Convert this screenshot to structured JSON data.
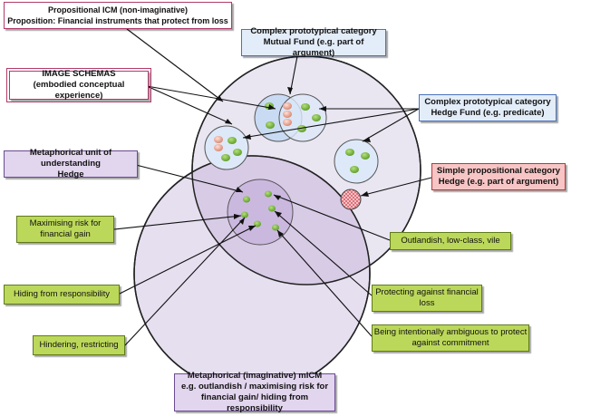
{
  "boxes": {
    "propositional_icm": {
      "line1": "Propositional ICM (non-imaginative)",
      "line2": "Proposition: Financial instruments that protect from loss"
    },
    "mutual_fund": {
      "line1": "Complex prototypical category",
      "line2": "Mutual Fund (e.g. part of argument)"
    },
    "image_schemas": {
      "line1": "IMAGE SCHEMAS",
      "line2": "(embodied conceptual experience)"
    },
    "hedge_fund": {
      "line1": "Complex prototypical category",
      "line2": "Hedge Fund (e.g. predicate)"
    },
    "metaphorical_unit": {
      "line1": "Metaphorical unit of understanding",
      "line2": "Hedge"
    },
    "simple_propositional": {
      "line1": "Simple propositional category",
      "line2": "Hedge (e.g. part of argument)"
    },
    "maximising_risk": {
      "line1": "Maximising risk for",
      "line2": "financial gain"
    },
    "outlandish": {
      "line1": "Outlandish, low-class, vile"
    },
    "hiding": {
      "line1": "Hiding from responsibility"
    },
    "protecting": {
      "line1": "Protecting against financial",
      "line2": "loss"
    },
    "ambiguous": {
      "line1": "Being intentionally ambiguous to protect",
      "line2": "against commitment"
    },
    "hindering": {
      "line1": "Hindering, restricting"
    },
    "micm": {
      "line1": "Metaphorical (imaginative) mICM",
      "line2": "e.g. outlandish / maximising risk  for",
      "line3": "financial gain/ hiding from responsibility"
    }
  },
  "colors": {
    "big_circle_fill": "#e9e6f2",
    "lower_circle_fill": "#e6dff0",
    "overlap_fill": "#d3c4e3",
    "category_fill": "#dde9f8",
    "dot_fill": "#7cc142",
    "pink_dot_fill": "#f4b7a6",
    "hatch": "#d94c5c"
  }
}
